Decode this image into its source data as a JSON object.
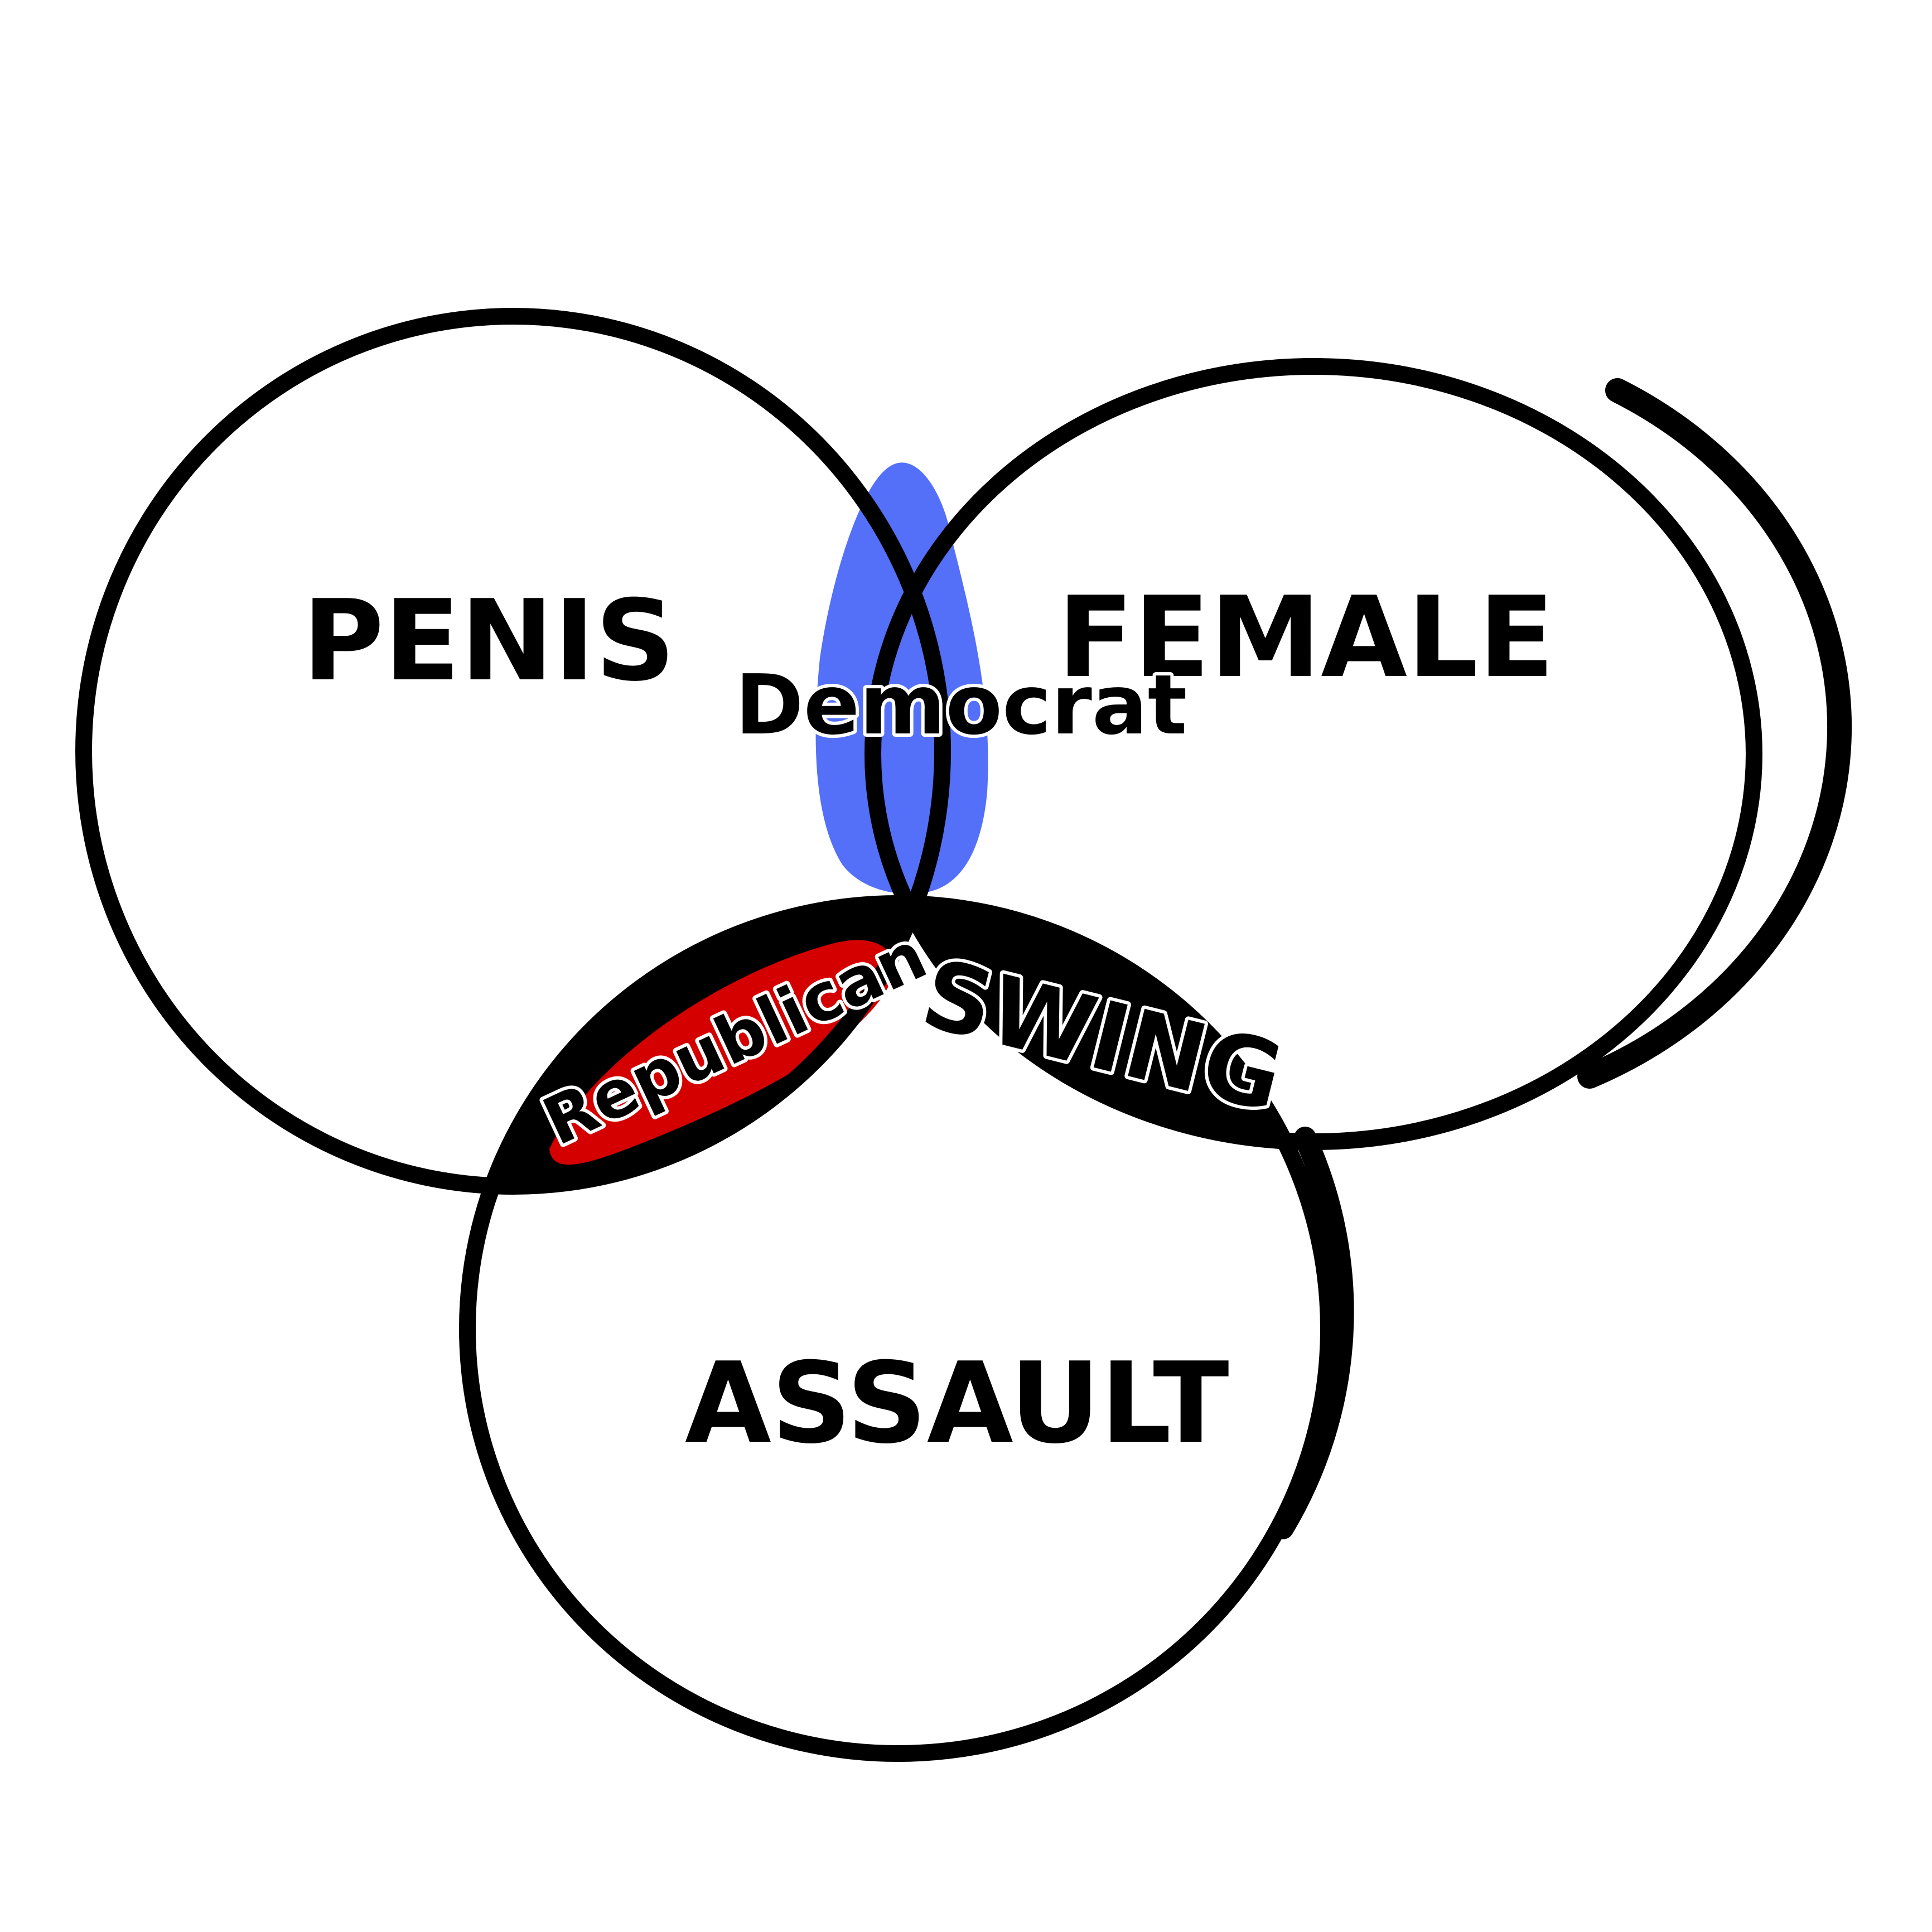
{
  "diagram": {
    "type": "venn",
    "sets": [
      {
        "label": "PENIS"
      },
      {
        "label": "FEMALE"
      },
      {
        "label": "ASSAULT"
      }
    ],
    "regions": [
      {
        "label": "Democrat",
        "between": [
          "PENIS",
          "FEMALE"
        ],
        "fill": "#5470f8"
      },
      {
        "label": "Republican",
        "between": [
          "PENIS",
          "ASSAULT"
        ],
        "fill": "#d40000"
      },
      {
        "label": "SWING",
        "between": [
          "FEMALE",
          "ASSAULT"
        ],
        "fill": "#000000"
      }
    ]
  },
  "colors": {
    "stroke": "#000000",
    "background": "#ffffff",
    "democrat": "#5470f8",
    "republican": "#d40000",
    "swing": "#000000"
  }
}
